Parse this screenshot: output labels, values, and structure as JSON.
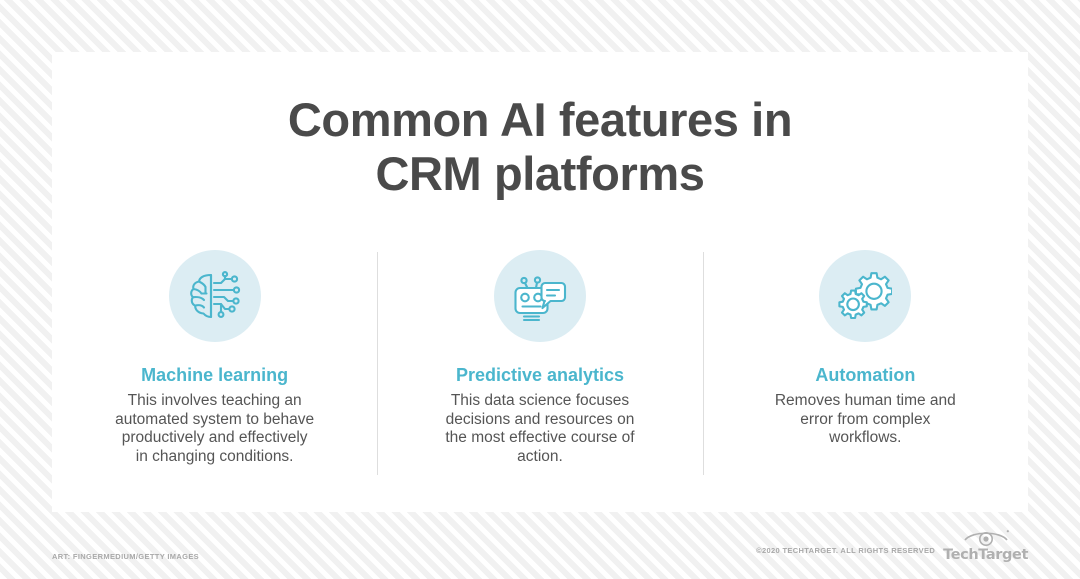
{
  "graphic": {
    "title_line_1": "Common AI features in",
    "title_line_2": "CRM platforms",
    "title_color": "#4a4a4a",
    "accent_color": "#4bb6cd",
    "icon_circle_color": "#dcedf3",
    "card_color": "#ffffff",
    "background_color": "#f7f7f7"
  },
  "columns": [
    {
      "icon": "brain-circuit-icon",
      "heading": "Machine learning",
      "body": "This involves teaching an automated system to behave productively and effectively in changing conditions."
    },
    {
      "icon": "chatbot-speech-bubble-icon",
      "heading": "Predictive analytics",
      "body": "This data science focuses decisions and resources on the most effective course of action."
    },
    {
      "icon": "gears-icon",
      "heading": "Automation",
      "body": "Removes human time and error from complex workflows."
    }
  ],
  "footer": {
    "art_credit": "ART: FINGERMEDIUM/GETTY IMAGES",
    "copyright": "©2020 TECHTARGET. ALL RIGHTS RESERVED",
    "logo_wordmark": "TechTarget",
    "logo_icon": "eye-icon"
  }
}
